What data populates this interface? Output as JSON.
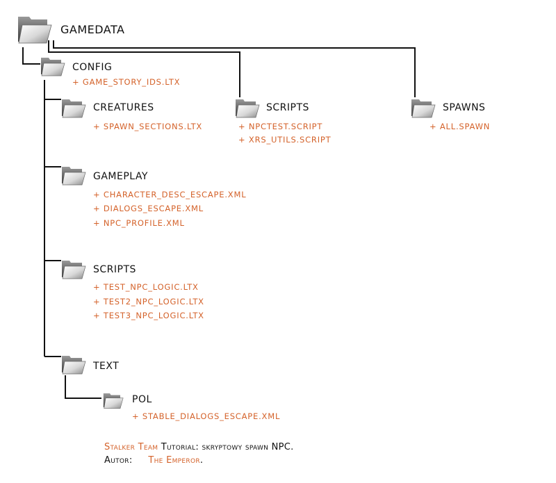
{
  "tree": {
    "root": {
      "name": "GAMEDATA",
      "icon": "folder-icon"
    },
    "config": {
      "name": "CONFIG",
      "icon": "folder-icon",
      "files": [
        "+ GAME_STORY_IDS.LTX"
      ]
    },
    "creatures": {
      "name": "CREATURES",
      "icon": "folder-icon",
      "files": [
        "+ SPAWN_SECTIONS.LTX"
      ]
    },
    "scripts_top": {
      "name": "SCRIPTS",
      "icon": "folder-icon",
      "files": [
        "+ NPCTEST.SCRIPT",
        "+ XRS_UTILS.SCRIPT"
      ]
    },
    "spawns": {
      "name": "SPAWNS",
      "icon": "folder-icon",
      "files": [
        "+ ALL.SPAWN"
      ]
    },
    "gameplay": {
      "name": "GAMEPLAY",
      "icon": "folder-icon",
      "files": [
        "+ CHARACTER_DESC_ESCAPE.XML",
        "+ DIALOGS_ESCAPE.XML",
        "+ NPC_PROFILE.XML"
      ]
    },
    "scripts_config": {
      "name": "SCRIPTS",
      "icon": "folder-icon",
      "files": [
        "+ TEST_NPC_LOGIC.LTX",
        "+ TEST2_NPC_LOGIC.LTX",
        "+ TEST3_NPC_LOGIC.LTX"
      ]
    },
    "text": {
      "name": "TEXT",
      "icon": "folder-icon"
    },
    "pol": {
      "name": "POL",
      "icon": "folder-icon",
      "files": [
        "+ STABLE_DIALOGS_ESCAPE.XML"
      ]
    }
  },
  "credits": {
    "team": "Stalker Team",
    "tutorial": "Tutorial: skryptowy spawn NPC.",
    "author_label": "Autor:",
    "author_name": "The Emperor",
    "author_suffix": "."
  },
  "colors": {
    "accent": "#d4622a",
    "text": "#111111",
    "line": "#111111"
  }
}
